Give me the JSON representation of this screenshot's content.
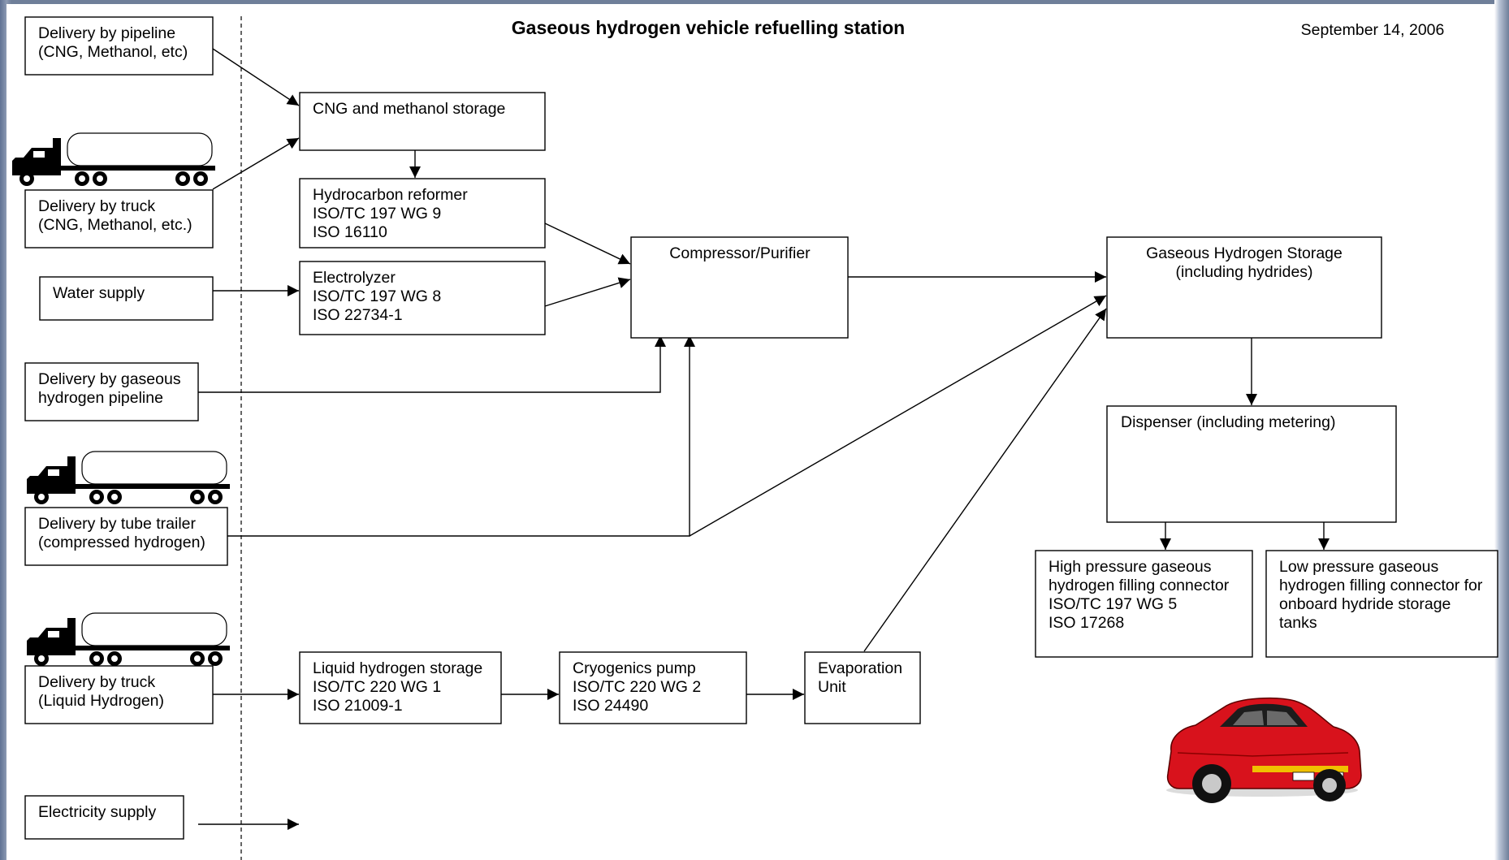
{
  "title": "Gaseous hydrogen vehicle refuelling station",
  "date": "September 14, 2006",
  "boxes": {
    "pipeline_delivery": [
      "Delivery by pipeline",
      "(CNG, Methanol, etc)"
    ],
    "truck_delivery_cng": [
      "Delivery by truck",
      "(CNG, Methanol, etc.)"
    ],
    "water_supply": [
      "Water supply"
    ],
    "gaseous_pipeline": [
      "Delivery by gaseous",
      "hydrogen pipeline"
    ],
    "tube_trailer": [
      "Delivery by tube trailer",
      "(compressed hydrogen)"
    ],
    "truck_liquid": [
      "Delivery by truck",
      "(Liquid Hydrogen)"
    ],
    "electricity_supply": [
      "Electricity supply"
    ],
    "cng_storage": [
      "CNG and methanol storage"
    ],
    "reformer": [
      "Hydrocarbon reformer",
      "ISO/TC 197 WG 9",
      "ISO 16110"
    ],
    "electrolyzer": [
      "Electrolyzer",
      "ISO/TC 197 WG 8",
      "ISO 22734-1"
    ],
    "compressor": [
      "Compressor/Purifier"
    ],
    "gh2_storage": [
      "Gaseous Hydrogen Storage",
      "(including hydrides)"
    ],
    "dispenser": [
      "Dispenser (including metering)"
    ],
    "high_pressure_connector": [
      "High pressure gaseous",
      "hydrogen filling connector",
      "ISO/TC 197 WG 5",
      "ISO 17268"
    ],
    "low_pressure_connector": [
      "Low pressure gaseous",
      "hydrogen filling connector for",
      "onboard hydride storage",
      "tanks"
    ],
    "lh2_storage": [
      "Liquid hydrogen storage",
      "ISO/TC 220 WG 1",
      "ISO 21009-1"
    ],
    "cryo_pump": [
      "Cryogenics pump",
      "ISO/TC 220 WG 2",
      "ISO 24490"
    ],
    "evaporation": [
      "Evaporation",
      "Unit"
    ]
  },
  "colors": {
    "car_body": "#d8121c",
    "line": "#000000",
    "frame": "#6f7f99"
  },
  "icons": [
    "tanker-truck-icon",
    "tanker-truck-icon",
    "tanker-truck-icon",
    "red-car-icon"
  ]
}
